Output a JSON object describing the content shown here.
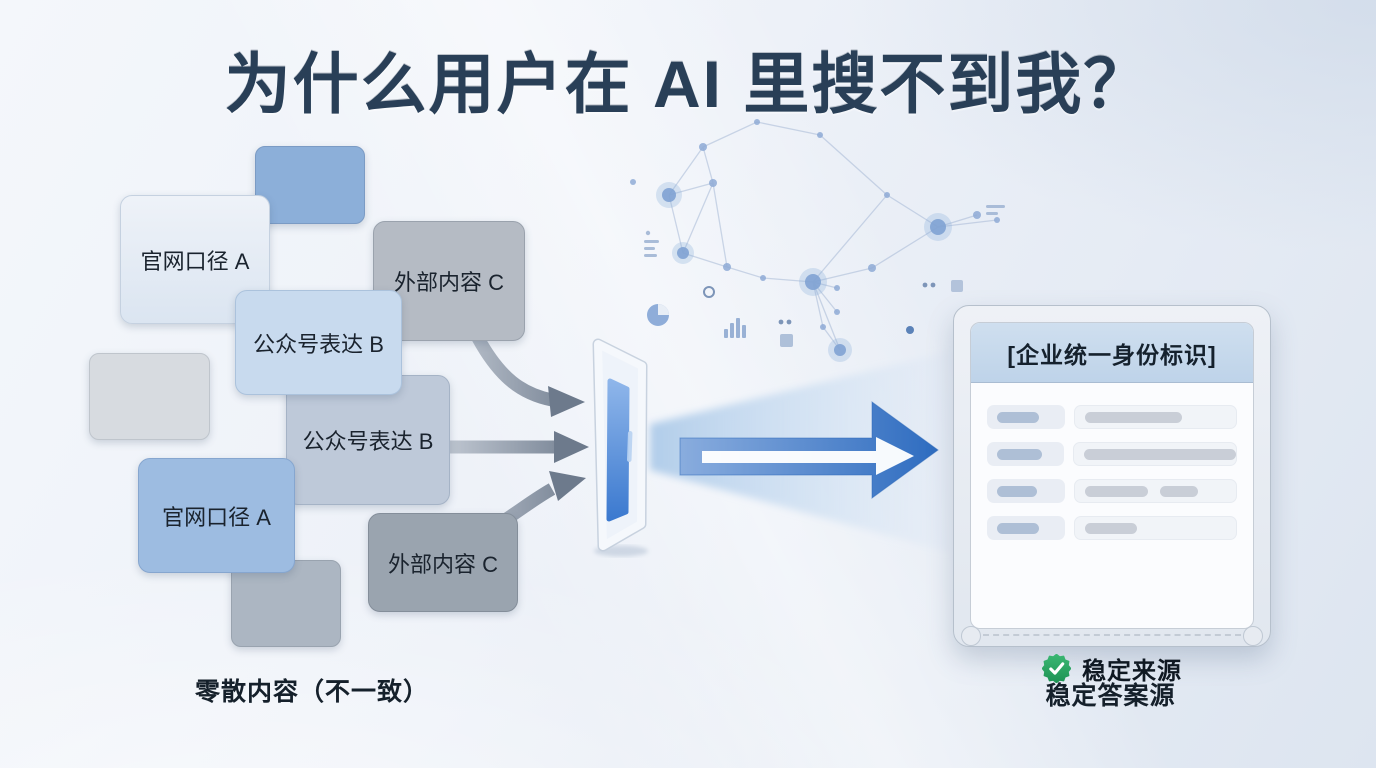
{
  "page": {
    "title": "为什么用户在 AI 里搜不到我？"
  },
  "left_cluster": {
    "caption": "零散内容（不一致）",
    "boxes": [
      {
        "label": ""
      },
      {
        "label": "官网口径 A"
      },
      {
        "label": "外部内容 C"
      },
      {
        "label": "公众号表达 B"
      },
      {
        "label": ""
      },
      {
        "label": "公众号表达 B"
      },
      {
        "label": "官网口径 A"
      },
      {
        "label": ""
      },
      {
        "label": "外部内容 C"
      }
    ]
  },
  "identity_card": {
    "header": "[企业统一身份标识]",
    "badge_label": "稳定来源",
    "caption": "稳定答案源",
    "skeleton_rows": 4
  },
  "colors": {
    "title_text": "#293f57",
    "accent_blue": "#3b76c6",
    "badge_green": "#2aa35f",
    "card_header_bg": "#c6d9ec",
    "arrow_gray": "#6d7a8c",
    "background_top": "#f4f7fb",
    "background_bottom": "#dde5f0"
  }
}
